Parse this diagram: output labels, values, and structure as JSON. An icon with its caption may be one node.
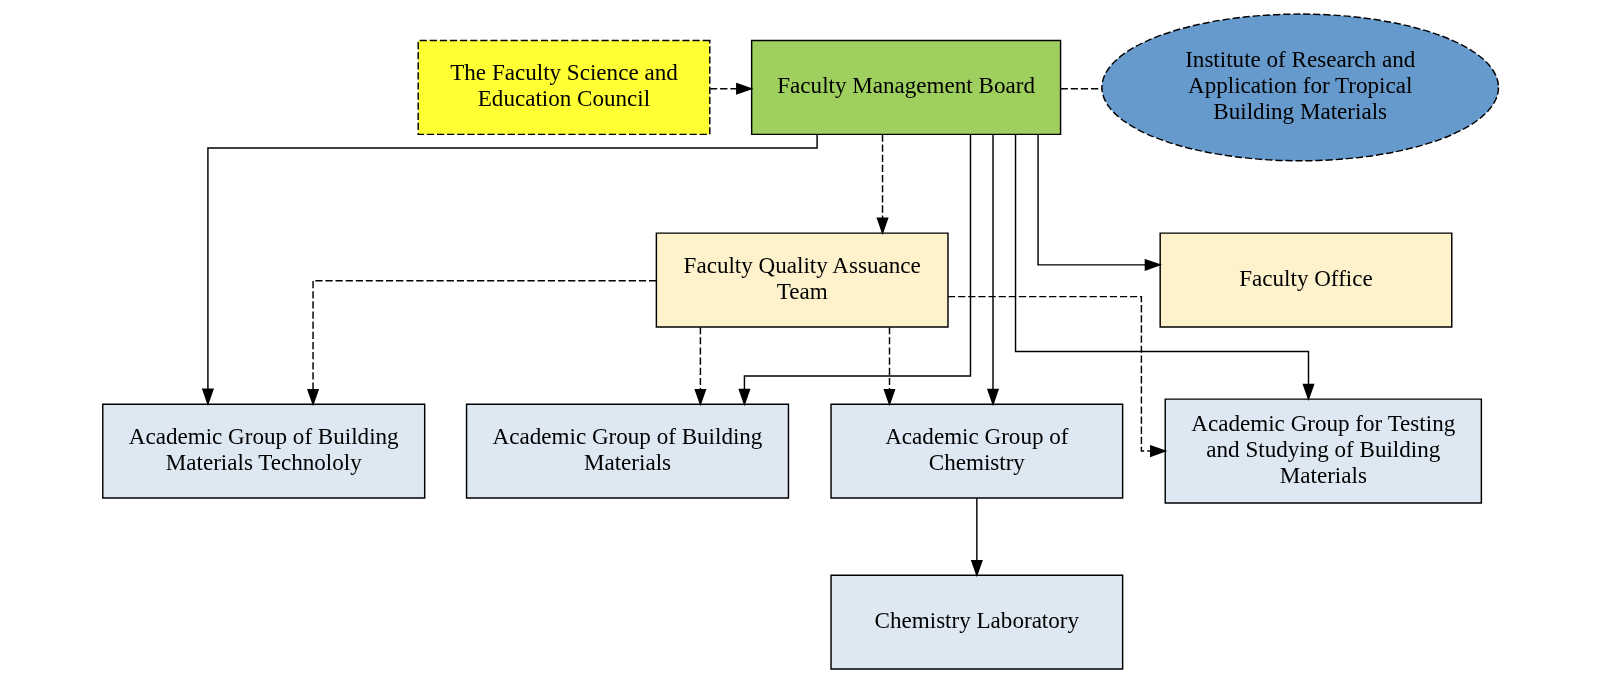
{
  "diagram": {
    "nodes": [
      {
        "text": [
          "The Faculty Science and Education Council"
        ]
      },
      {
        "text": [
          "Faculty Management Board"
        ]
      },
      {
        "text": [
          "Institute of Research and Application for Tropical Building Materials"
        ]
      },
      {
        "text": [
          "Faculty Quality Assuance Team"
        ]
      },
      {
        "text": [
          "Faculty Office"
        ]
      },
      {
        "text": [
          "Academic Group of Building Materials Technololy"
        ]
      },
      {
        "text": [
          "Academic Group of Building Materials"
        ]
      },
      {
        "text": [
          "Academic Group of Chemistry"
        ]
      },
      {
        "text": [
          "Academic Group for Testing and Studying of Building Materials"
        ]
      },
      {
        "text": [
          "Chemistry Laboratory"
        ]
      }
    ],
    "edges": [
      {
        "from": 0,
        "to": 1,
        "arrow": "to",
        "style": "dashed"
      },
      {
        "from": 1,
        "to": 2,
        "arrow": "none",
        "style": "dashed"
      },
      {
        "from": 1,
        "to": 3,
        "arrow": "to",
        "style": "dashed"
      },
      {
        "from": 1,
        "to": 4,
        "arrow": "to"
      },
      {
        "from": 1,
        "to": 5,
        "arrow": "to"
      },
      {
        "from": 1,
        "to": 6,
        "arrow": "to"
      },
      {
        "from": 1,
        "to": 7,
        "arrow": "to"
      },
      {
        "from": 1,
        "to": 8,
        "arrow": "to"
      },
      {
        "from": 3,
        "to": 5,
        "arrow": "to",
        "style": "dashed"
      },
      {
        "from": 3,
        "to": 6,
        "arrow": "to",
        "style": "dashed"
      },
      {
        "from": 3,
        "to": 7,
        "arrow": "to",
        "style": "dashed"
      },
      {
        "from": 3,
        "to": 8,
        "arrow": "to",
        "style": "dashed"
      },
      {
        "from": 7,
        "to": 9,
        "arrow": "to"
      }
    ]
  }
}
